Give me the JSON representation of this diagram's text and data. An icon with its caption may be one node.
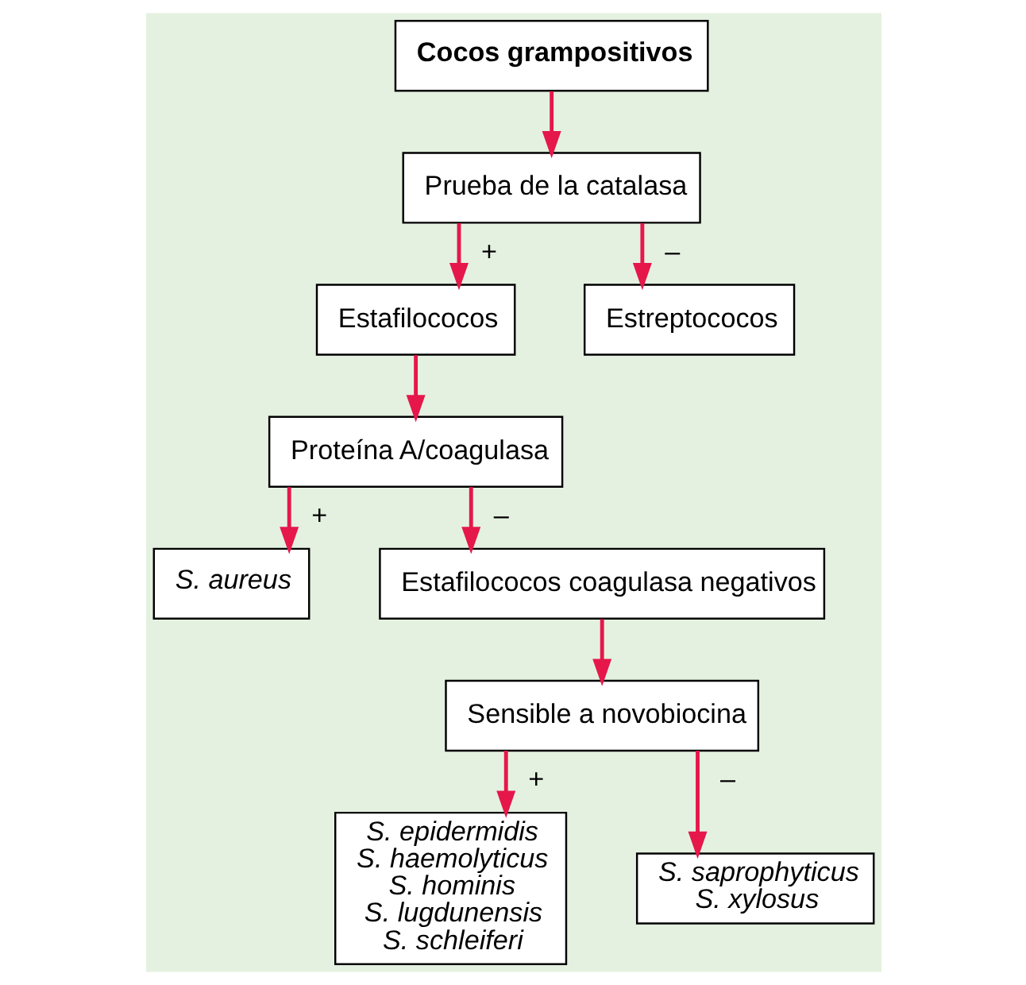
{
  "diagram": {
    "nodes": [
      {
        "text": [
          "Cocos grampositivos"
        ]
      },
      {
        "text": [
          "Prueba de la catalasa"
        ]
      },
      {
        "text": [
          "Estafilococos"
        ]
      },
      {
        "text": [
          "Estreptococos"
        ]
      },
      {
        "text": [
          "Proteína A/coagulasa"
        ]
      },
      {
        "text": [
          "S. aureus"
        ]
      },
      {
        "text": [
          "Estafilococos coagulasa negativos"
        ]
      },
      {
        "text": [
          "Sensible a novobiocina"
        ]
      },
      {
        "text": [
          "S. epidermidis",
          "S. haemolyticus",
          "S. hominis",
          "S. lugdunensis",
          "S. schleiferi"
        ]
      },
      {
        "text": [
          "S. saprophyticus",
          "S. xylosus"
        ]
      }
    ],
    "edges": [
      {
        "from": 0,
        "to": 1,
        "arrow": "to"
      },
      {
        "from": 1,
        "to": 2,
        "arrow": "to",
        "label": "+"
      },
      {
        "from": 1,
        "to": 3,
        "arrow": "to",
        "label": "–"
      },
      {
        "from": 2,
        "to": 4,
        "arrow": "to"
      },
      {
        "from": 4,
        "to": 5,
        "arrow": "to",
        "label": "+"
      },
      {
        "from": 4,
        "to": 6,
        "arrow": "to",
        "label": "–"
      },
      {
        "from": 6,
        "to": 7,
        "arrow": "to"
      },
      {
        "from": 7,
        "to": 8,
        "arrow": "to",
        "label": "+"
      },
      {
        "from": 7,
        "to": 9,
        "arrow": "to",
        "label": "–"
      }
    ]
  }
}
